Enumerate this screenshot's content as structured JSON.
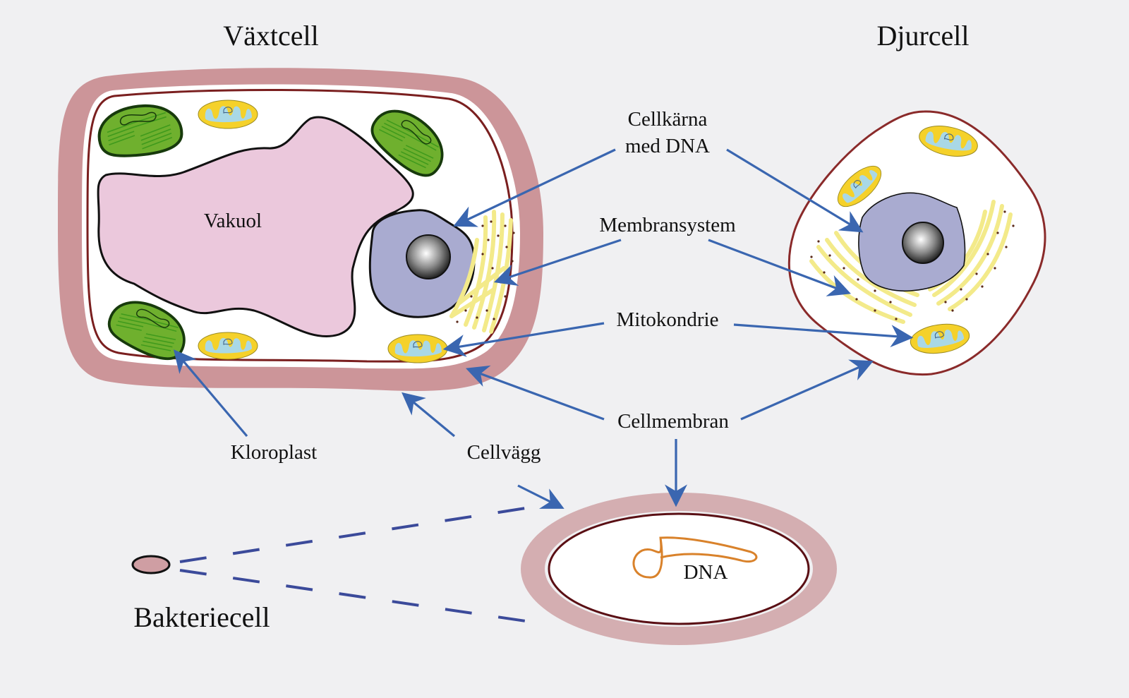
{
  "titles": {
    "plant": "Växtcell",
    "animal": "Djurcell",
    "bacteria": "Bakteriecell"
  },
  "labels": {
    "nucleus_line1": "Cellkärna",
    "nucleus_line2": "med DNA",
    "membrane_system": "Membransystem",
    "mitochondrion": "Mitokondrie",
    "cell_membrane": "Cellmembran",
    "chloroplast": "Kloroplast",
    "cell_wall": "Cellvägg",
    "vacuole": "Vakuol",
    "dna": "DNA"
  },
  "colors": {
    "background": "#f0f0f2",
    "cell_wall": "#cc9599",
    "bacteria_wall": "#d4aeb1",
    "membrane": "#7a1f1f",
    "vacuole": "#ebc8dc",
    "nucleus": "#a9abd0",
    "chloroplast": "#6fb02e",
    "mitochondrion": "#f5d12a",
    "cristae": "#a9d8e6",
    "er": "#f3ea8a",
    "arrow": "#3a66b0",
    "dna_strand": "#d9822b"
  }
}
